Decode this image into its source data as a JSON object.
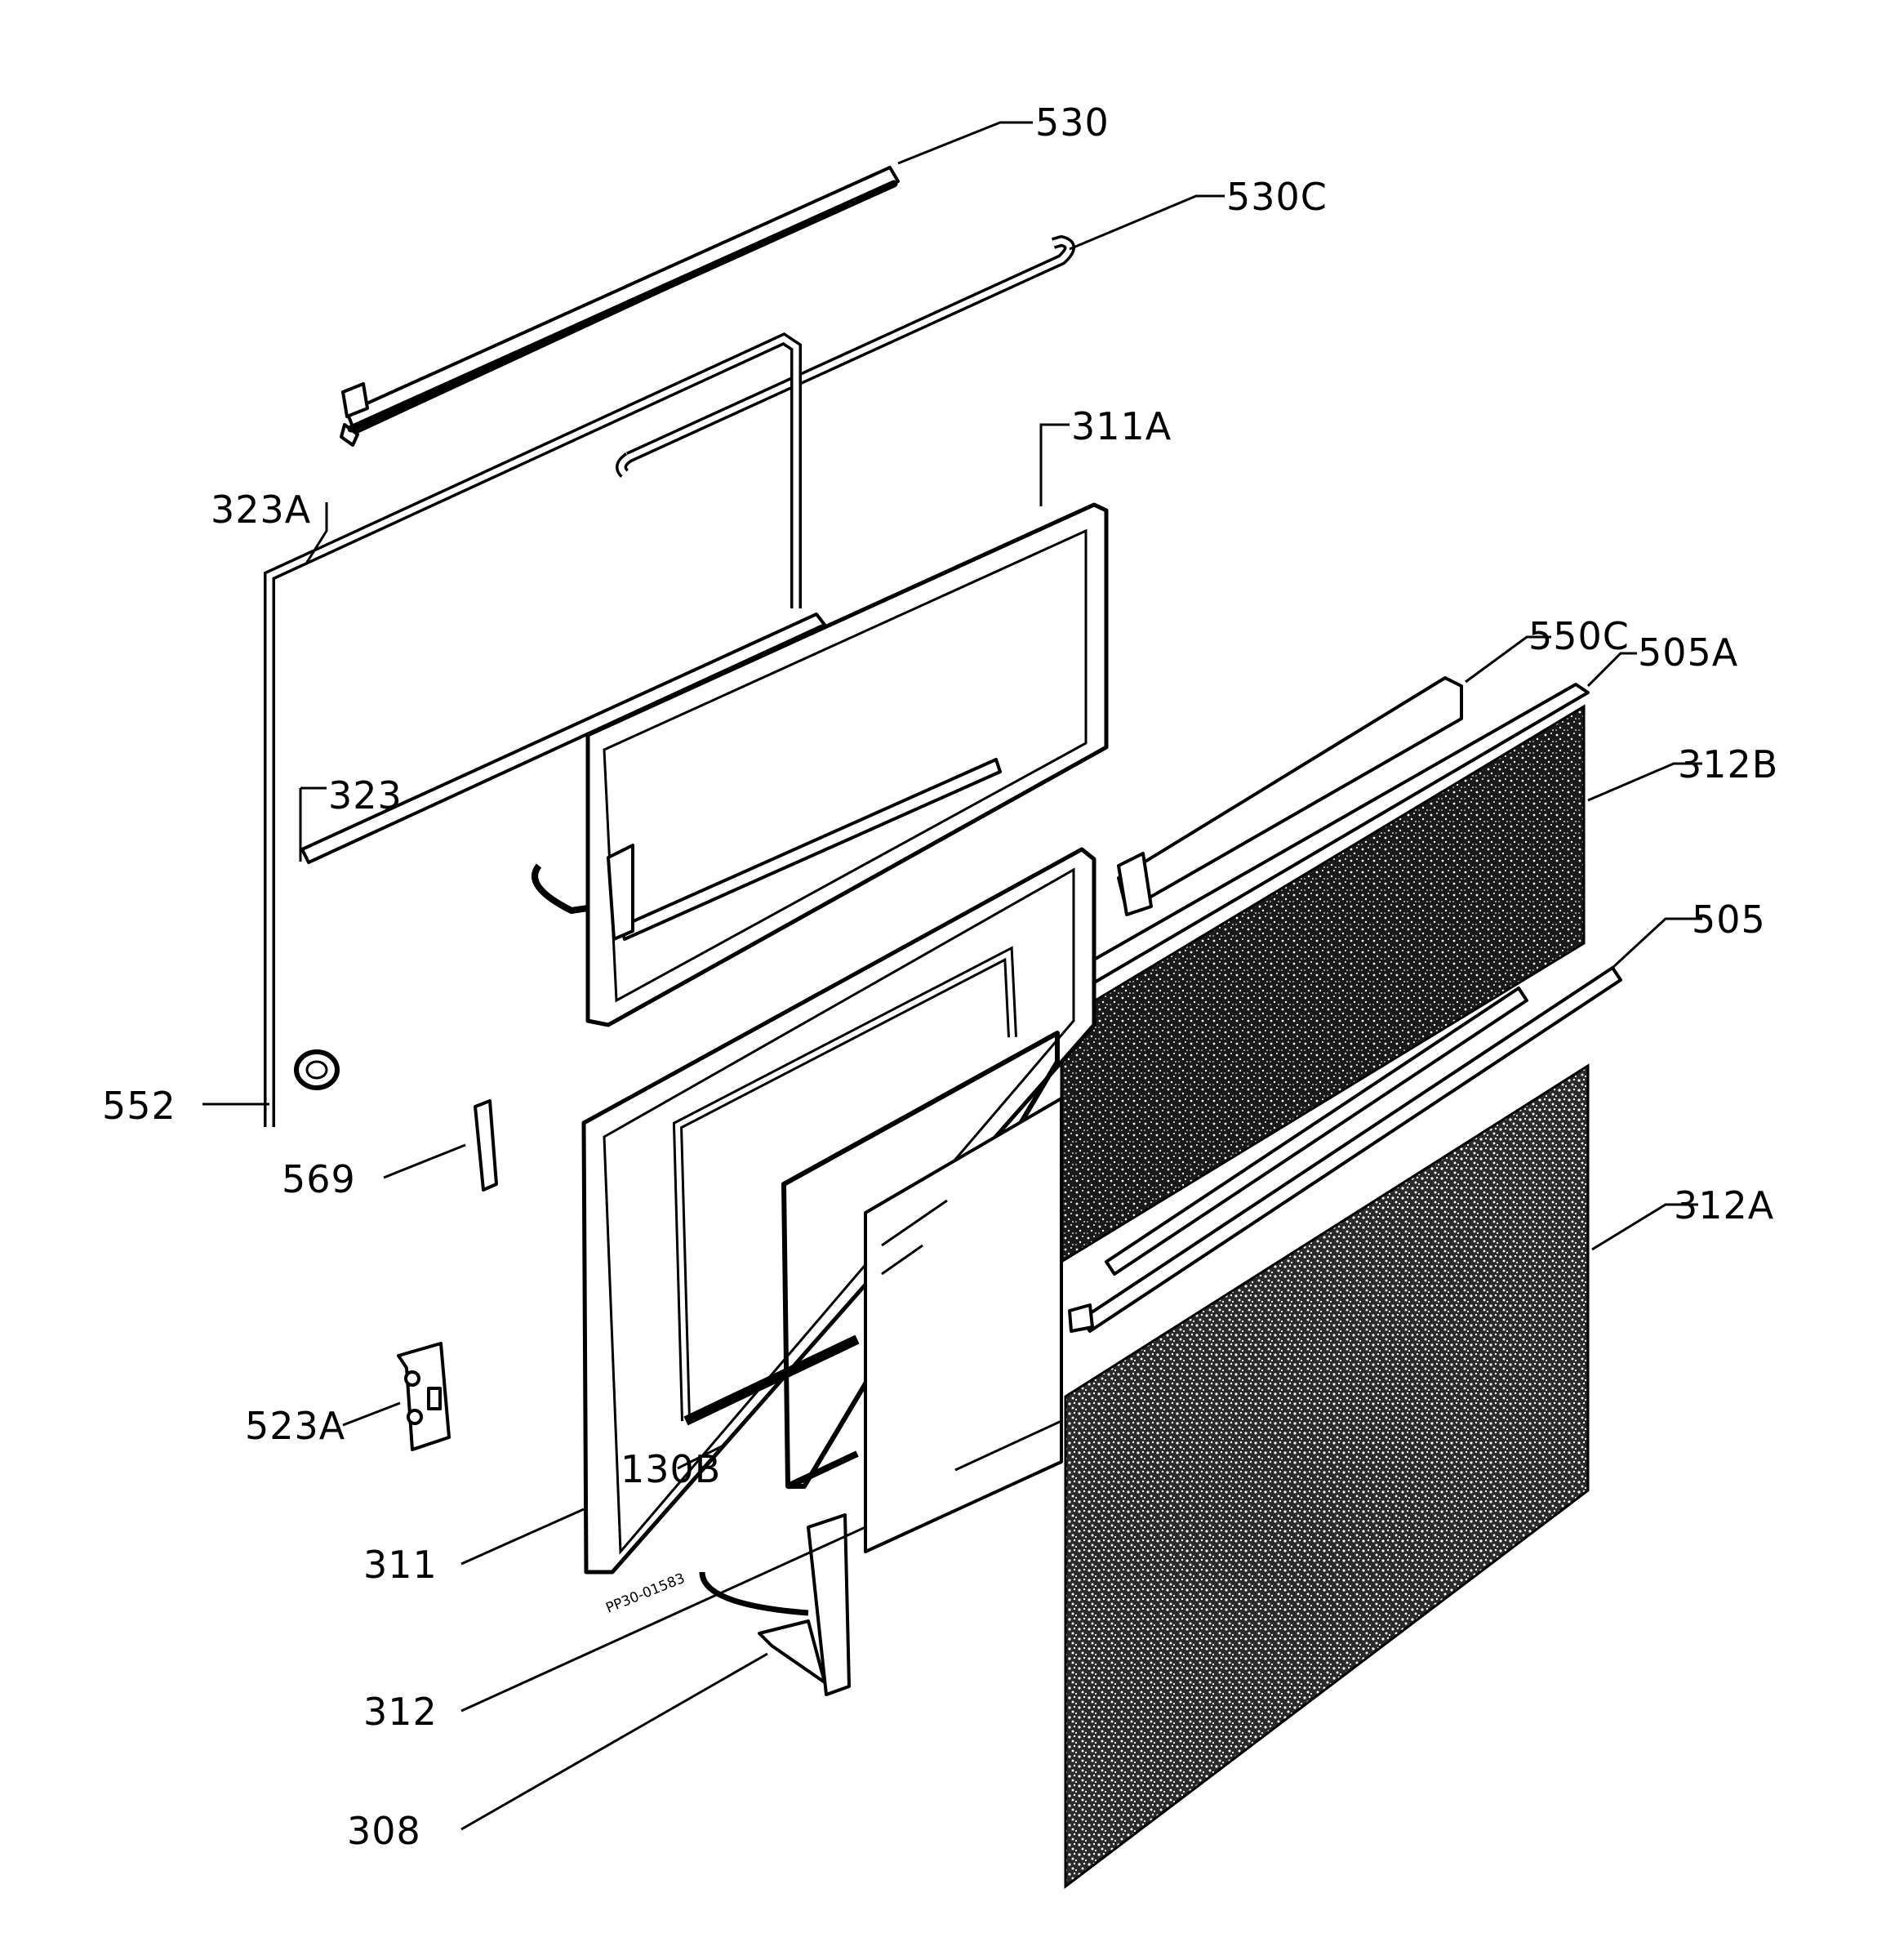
{
  "labels": {
    "p530": "530",
    "p530c": "530C",
    "p311a": "311A",
    "p323a": "323A",
    "p323": "323",
    "p550c": "550C",
    "p505a": "505A",
    "p312b": "312B",
    "p505": "505",
    "p552": "552",
    "p569": "569",
    "p312a": "312A",
    "p523a": "523A",
    "p130b": "130B",
    "p311": "311",
    "p312": "312",
    "p308": "308"
  },
  "drawing_code": "PP30-01583",
  "colors": {
    "ink": "#000000",
    "paper": "#ffffff"
  }
}
